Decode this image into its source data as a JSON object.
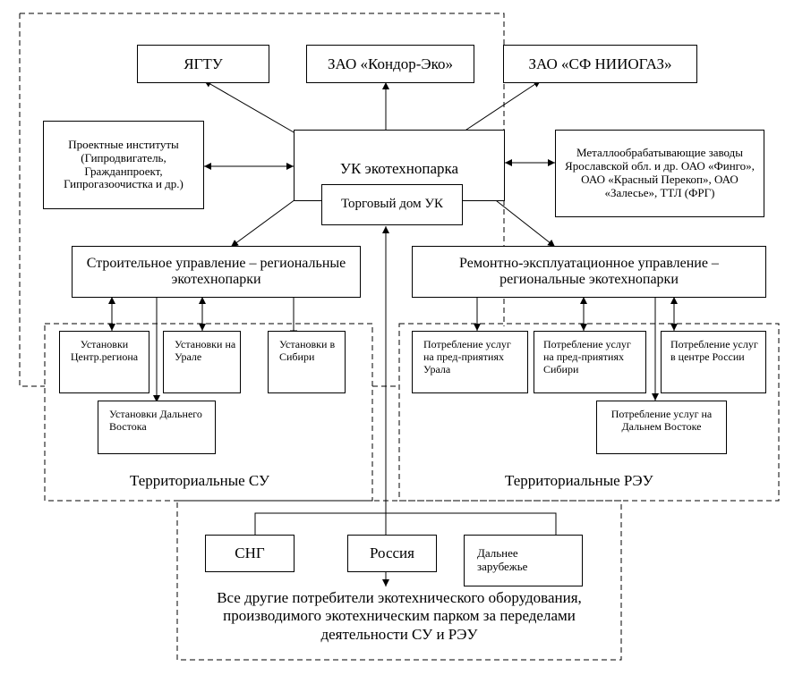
{
  "nodes": {
    "ygtu": "ЯГТУ",
    "kondor": "ЗАО «Кондор-Эко»",
    "sf_niiogaz": "ЗАО «СФ НИИОГАЗ»",
    "design_institutes": "Проектные институты (Гипродвигатель, Гражданпроект, Гипрогазоочистка и др.)",
    "uk": "УК экотехнопарка",
    "trade_house": "Торговый дом УК",
    "metal_plants": "Металлообрабатывающие заводы Ярославской обл. и др. ОАО «Финго», ОАО «Красный Перекоп», ОАО «Залесье», ТТЛ (ФРГ)",
    "construction": "Строительное управление – региональные экотехнопарки",
    "repair": "Ремонтно-эксплуатационное управление – региональные экотехнопарки",
    "inst_center": "Установки Центр.региона",
    "inst_ural": "Установки на Урале",
    "inst_siberia": "Установки в Сибири",
    "inst_far_east": "Установки Дальнего Востока",
    "cons_ural": "Потребление услуг на пред-приятиях Урала",
    "cons_siberia": "Потребление услуг на пред-приятиях Сибири",
    "cons_center": "Потребление услуг в центре России",
    "cons_far_east": "Потребление услуг на Дальнем Востоке",
    "cis": "СНГ",
    "russia": "Россия",
    "far_abroad": "Дальнее зарубежье"
  },
  "regions": {
    "territorial_su": "Территориальные СУ",
    "territorial_reu": "Территориальные РЭУ",
    "other_consumers": "Все другие потребители экотехнического оборудования, производимого экотехническим парком за переделами деятельности СУ и РЭУ"
  }
}
